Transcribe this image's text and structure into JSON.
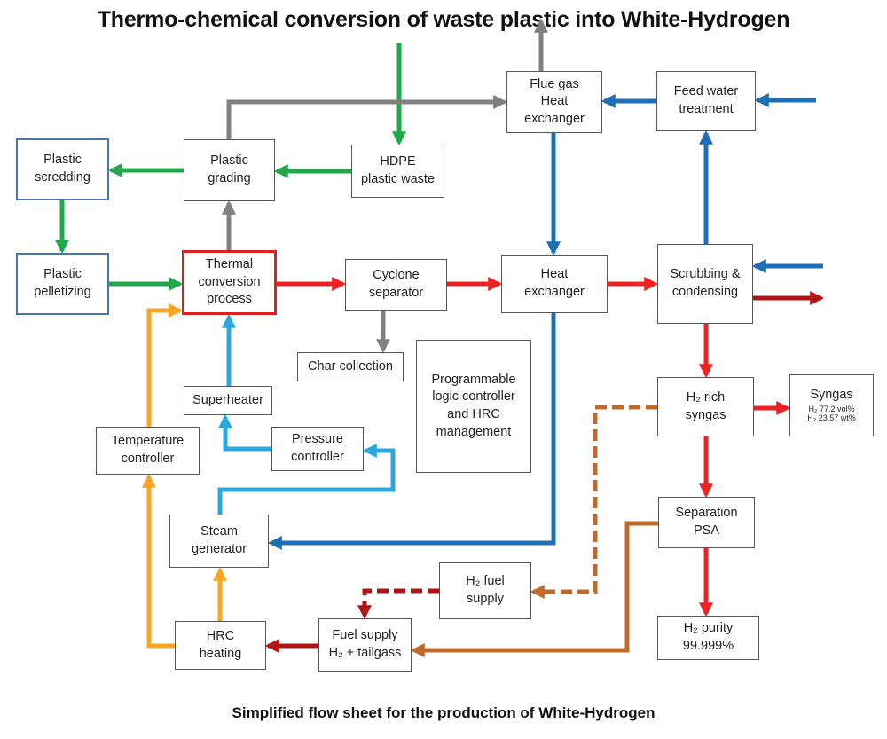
{
  "title": "Thermo-chemical conversion of waste plastic into White-Hydrogen",
  "caption": "Simplified flow sheet for the production of White-Hydrogen",
  "colors": {
    "green": "#22a84a",
    "gray": "#808080",
    "red": "#ee2222",
    "darkred": "#b01515",
    "blue": "#1f6fb8",
    "lightblue": "#29a8e0",
    "orange": "#f5a623",
    "brown": "#c0692a"
  },
  "nodes": {
    "plastic_shredding": "Plastic\nscredding",
    "plastic_grading": "Plastic\ngrading",
    "hdpe_waste": "HDPE\nplastic waste",
    "flue_gas_hx": "Flue gas\nHeat\nexchanger",
    "feed_water": "Feed water\ntreatment",
    "plastic_pelletizing": "Plastic\npelletizing",
    "thermal_conversion": "Thermal\nconversion\nprocess",
    "cyclone_separator": "Cyclone\nseparator",
    "heat_exchanger": "Heat\nexchanger",
    "scrubbing": "Scrubbing &\ncondensing",
    "char_collection": "Char collection",
    "plc": "Programmable\nlogic controller\nand HRC\nmanagement",
    "superheater": "Superheater",
    "h2_rich_syngas": "H₂ rich\nsyngas",
    "syngas_title": "Syngas",
    "syngas_line1": "H₂ 77.2 vol%",
    "syngas_line2": "H₂ 23.57 wt%",
    "temperature_controller": "Temperature\ncontroller",
    "pressure_controller": "Pressure\ncontroller",
    "separation_psa": "Separation\nPSA",
    "steam_generator": "Steam\ngenerator",
    "h2_fuel_supply": "H₂ fuel\nsupply",
    "h2_purity": "H₂ purity\n99.999%",
    "hrc_heating": "HRC\nheating",
    "fuel_supply": "Fuel supply\nH₂ + tailgass"
  }
}
